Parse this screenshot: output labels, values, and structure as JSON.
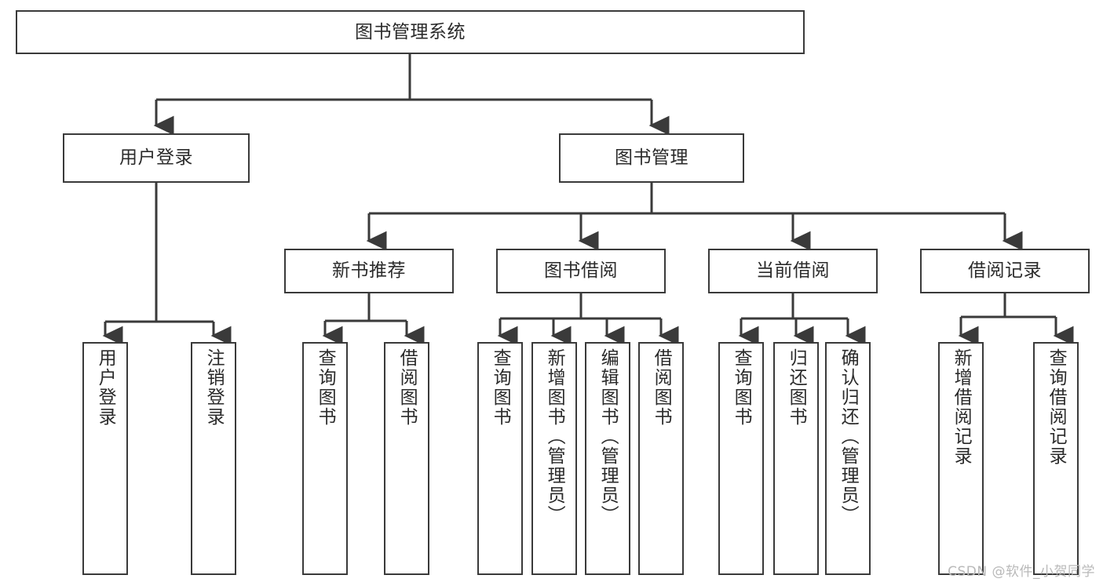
{
  "diagram": {
    "title": "图书管理系统",
    "type": "tree",
    "watermark": "CSDN @软件_小贺同学",
    "colors": {
      "box_border": "#3a3a3a",
      "box_fill": "#ffffff",
      "edge": "#3a3a3a",
      "text": "#2b2b2b",
      "watermark": "#b9b9b9",
      "background": "#ffffff"
    },
    "levels": {
      "root": {
        "label": "图书管理系统"
      },
      "level2": [
        {
          "label": "用户登录"
        },
        {
          "label": "图书管理"
        }
      ],
      "level3": [
        {
          "label": "新书推荐"
        },
        {
          "label": "图书借阅"
        },
        {
          "label": "当前借阅"
        },
        {
          "label": "借阅记录"
        }
      ],
      "level4": {
        "user_login": [
          {
            "label": "用户登录"
          },
          {
            "label": "注销登录"
          }
        ],
        "new_book_recommend": [
          {
            "label": "查询图书"
          },
          {
            "label": "借阅图书"
          }
        ],
        "book_borrow": [
          {
            "label": "查询图书"
          },
          {
            "label": "新增图书（管理员）"
          },
          {
            "label": "编辑图书（管理员）"
          },
          {
            "label": "借阅图书"
          }
        ],
        "current_borrow": [
          {
            "label": "查询图书"
          },
          {
            "label": "归还图书"
          },
          {
            "label": "确认归还（管理员）"
          }
        ],
        "borrow_record": [
          {
            "label": "新增借阅记录"
          },
          {
            "label": "查询借阅记录"
          }
        ]
      }
    }
  }
}
